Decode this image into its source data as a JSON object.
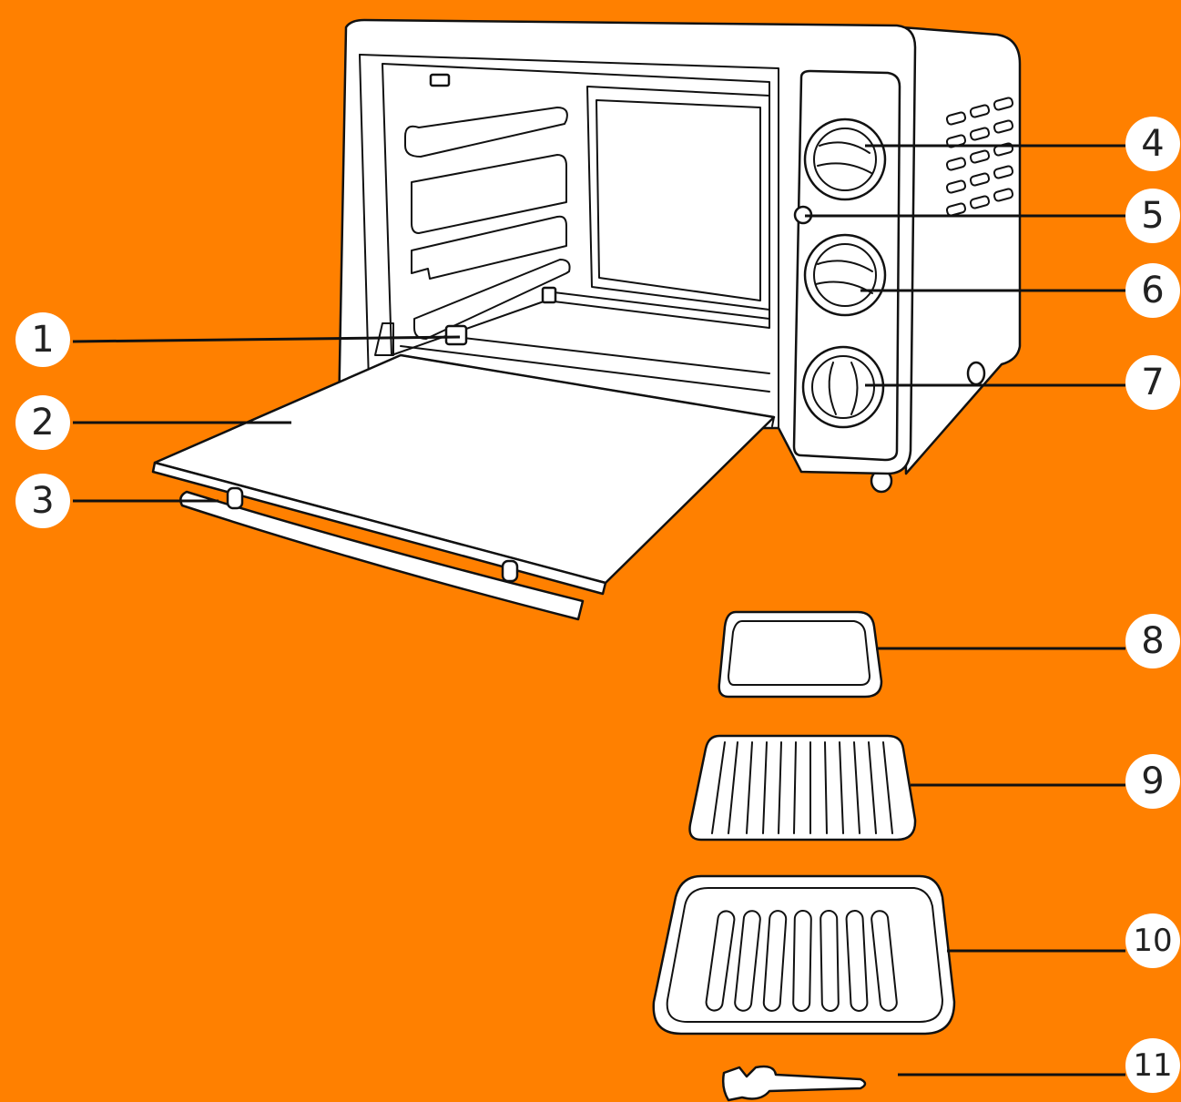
{
  "colors": {
    "background": "#FF8000",
    "line": "#111111",
    "fill": "#FFFFFF"
  },
  "callouts": [
    {
      "number": "1",
      "target": "rack-support"
    },
    {
      "number": "2",
      "target": "glass-door"
    },
    {
      "number": "3",
      "target": "door-handle"
    },
    {
      "number": "4",
      "target": "temperature-knob"
    },
    {
      "number": "5",
      "target": "indicator-light"
    },
    {
      "number": "6",
      "target": "function-knob"
    },
    {
      "number": "7",
      "target": "timer-knob"
    },
    {
      "number": "8",
      "target": "small-baking-tray"
    },
    {
      "number": "9",
      "target": "wire-rack"
    },
    {
      "number": "10",
      "target": "baking-tray"
    },
    {
      "number": "11",
      "target": "tray-handle"
    }
  ]
}
